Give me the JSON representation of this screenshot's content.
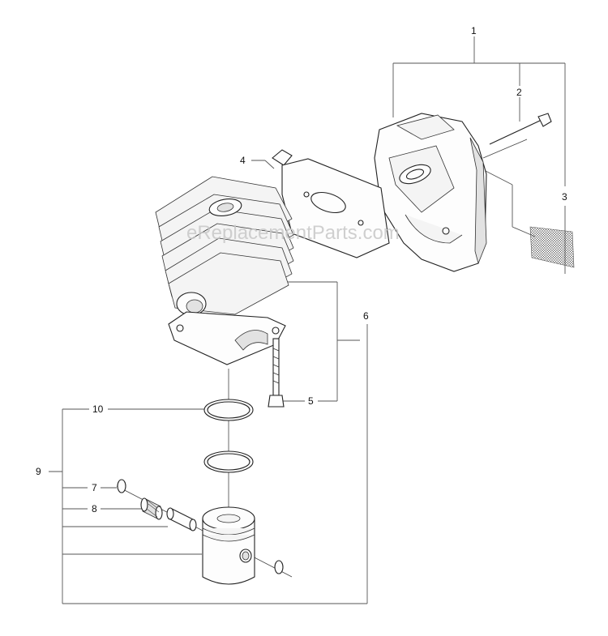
{
  "watermark": "eReplacementParts.com",
  "callouts": [
    {
      "id": "1",
      "label": "1"
    },
    {
      "id": "2",
      "label": "2"
    },
    {
      "id": "3",
      "label": "3"
    },
    {
      "id": "4",
      "label": "4"
    },
    {
      "id": "5",
      "label": "5"
    },
    {
      "id": "6",
      "label": "6"
    },
    {
      "id": "7",
      "label": "7"
    },
    {
      "id": "8",
      "label": "8"
    },
    {
      "id": "9",
      "label": "9"
    },
    {
      "id": "10",
      "label": "10"
    }
  ]
}
